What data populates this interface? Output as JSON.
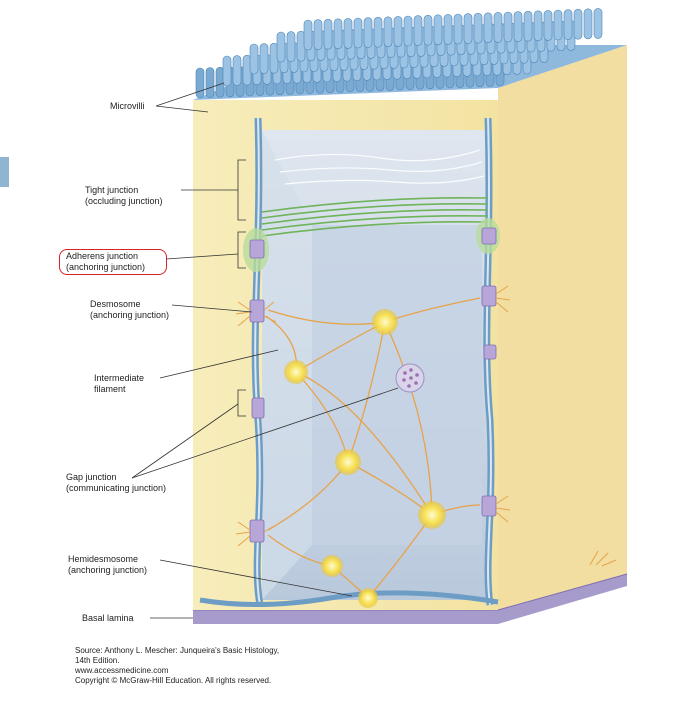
{
  "labels": {
    "microvilli": "Microvilli",
    "tight_junction": [
      "Tight junction",
      "(occluding junction)"
    ],
    "adherens_junction": [
      "Adherens junction",
      "(anchoring junction)"
    ],
    "desmosome": [
      "Desmosome",
      "(anchoring junction)"
    ],
    "intermediate_filament": [
      "Intermediate",
      "filament"
    ],
    "gap_junction": [
      "Gap junction",
      "(communicating junction)"
    ],
    "hemidesmosome": [
      "Hemidesmosome",
      "(anchoring junction)"
    ],
    "basal_lamina": "Basal lamina"
  },
  "source": [
    "Source: Anthony L. Mescher: Junqueira's Basic Histology,",
    "14th Edition.",
    "www.accessmedicine.com",
    "Copyright © McGraw-Hill Education. All rights reserved."
  ],
  "colors": {
    "cytoplasm": "#f7ebb4",
    "membrane": "#6d9dc5",
    "lumen": "#c9d7e6",
    "filament": "#e7a34a",
    "desmosome_plaque": "#f4dd4f",
    "adherens_green": "#8cc46b",
    "basal_lamina": "#a79bcc",
    "highlight": "#d8232a"
  }
}
